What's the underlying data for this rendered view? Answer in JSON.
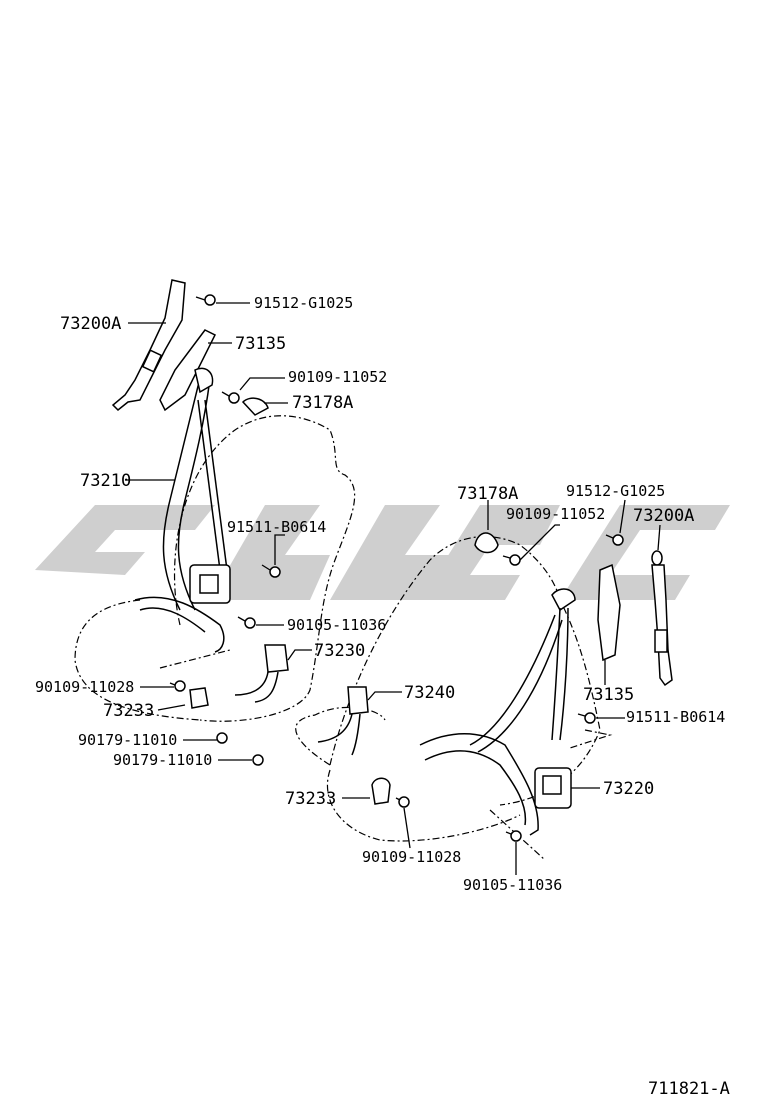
{
  "diagram_id": "711821-A",
  "colors": {
    "watermark": "#cfcfcf",
    "ink": "#000000"
  },
  "left_assembly": {
    "label_73200A": "73200A",
    "label_91512": "91512-G1025",
    "label_73135": "73135",
    "label_90109_11052": "90109-11052",
    "label_73178A": "73178A",
    "label_73210": "73210",
    "label_91511": "91511-B0614",
    "label_90105": "90105-11036",
    "label_73230": "73230",
    "label_90109_11028": "90109-11028",
    "label_73233": "73233",
    "label_90179_a": "90179-11010",
    "label_90179_b": "90179-11010"
  },
  "right_assembly": {
    "label_73178A": "73178A",
    "label_91512": "91512-G1025",
    "label_90109_11052": "90109-11052",
    "label_73200A": "73200A",
    "label_73135": "73135",
    "label_91511": "91511-B0614",
    "label_73240": "73240",
    "label_73220": "73220",
    "label_73233": "73233",
    "label_90109_11028": "90109-11028",
    "label_90105": "90105-11036"
  }
}
